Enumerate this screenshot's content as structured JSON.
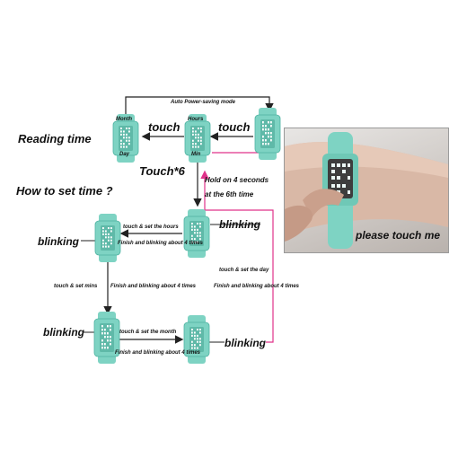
{
  "top_label": "Auto Power-saving mode",
  "reading_time": "Reading time",
  "how_to_set": "How to set time ?",
  "touch_left": "touch",
  "touch_right": "touch",
  "touch6": "Touch*6",
  "hold_line1": "Hold on 4 seconds",
  "hold_line2": "at the 6th time",
  "watch1_labels": {
    "top": "Month",
    "bottom": "Day"
  },
  "watch2_labels": {
    "top": "Hours",
    "bottom": "Min"
  },
  "blinking_labels": [
    "blinking",
    "blinking",
    "blinking",
    "blinking"
  ],
  "set_hours": "touch & set the hours",
  "finish1": "Finish and blinking about 4 times",
  "set_mins": "touch & set mins",
  "finish2": "Finish and blinking about 4 times",
  "set_day": "touch & set the day",
  "finish3": "Finish and blinking about 4 times",
  "set_month": "touch & set the month",
  "finish4": "Finish and blinking about 4 times",
  "please_touch": "please touch me",
  "colors": {
    "watch": "#7ed3c3",
    "watch_dark": "#4fb3a2",
    "arrow": "#222222",
    "pink": "#e0338a"
  }
}
